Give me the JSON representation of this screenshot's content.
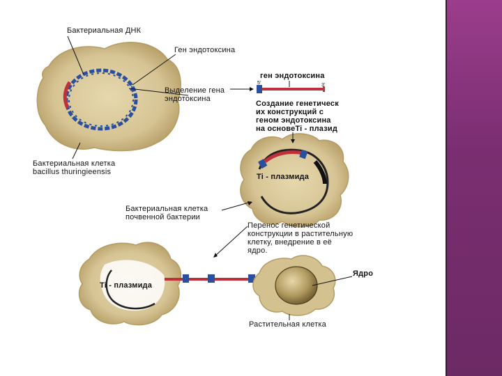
{
  "labels": {
    "bacterial_dna": "Бактериальная ДНК",
    "endotoxin_gene": "Ген эндотоксина",
    "gene_isolation": "Выделение гена\nэндотоксина",
    "endotoxin_gene_small": "ген эндотоксина",
    "five_prime": "5'",
    "three_prime": "3'",
    "construct_creation": "Создание генетическ\nих конструкций с\nгеном эндотоксина\nна основеTi - плазид",
    "bacterial_cell_bt": "Бактериальная клетка\nbacillus thuringieensis",
    "ti_plasmid_upper": "Ti - плазмида",
    "soil_bacterium": "Бактериальная клетка\nпочвенной бактерии",
    "transfer": "Перенос генетической\nконструкции в растительную\nклетку, внедрение в её\nядро.",
    "ti_plasmid_lower": "Ti - плазмида",
    "nucleus": "Ядро",
    "plant_cell": "Растительная клетка"
  },
  "colors": {
    "cell_fill": "#d8c79a",
    "cell_edge": "#b59c63",
    "dna_blue": "#2b4f9c",
    "dna_red": "#c0303a",
    "plasmid_dark": "#222222",
    "side_band": "#7a2e71"
  }
}
